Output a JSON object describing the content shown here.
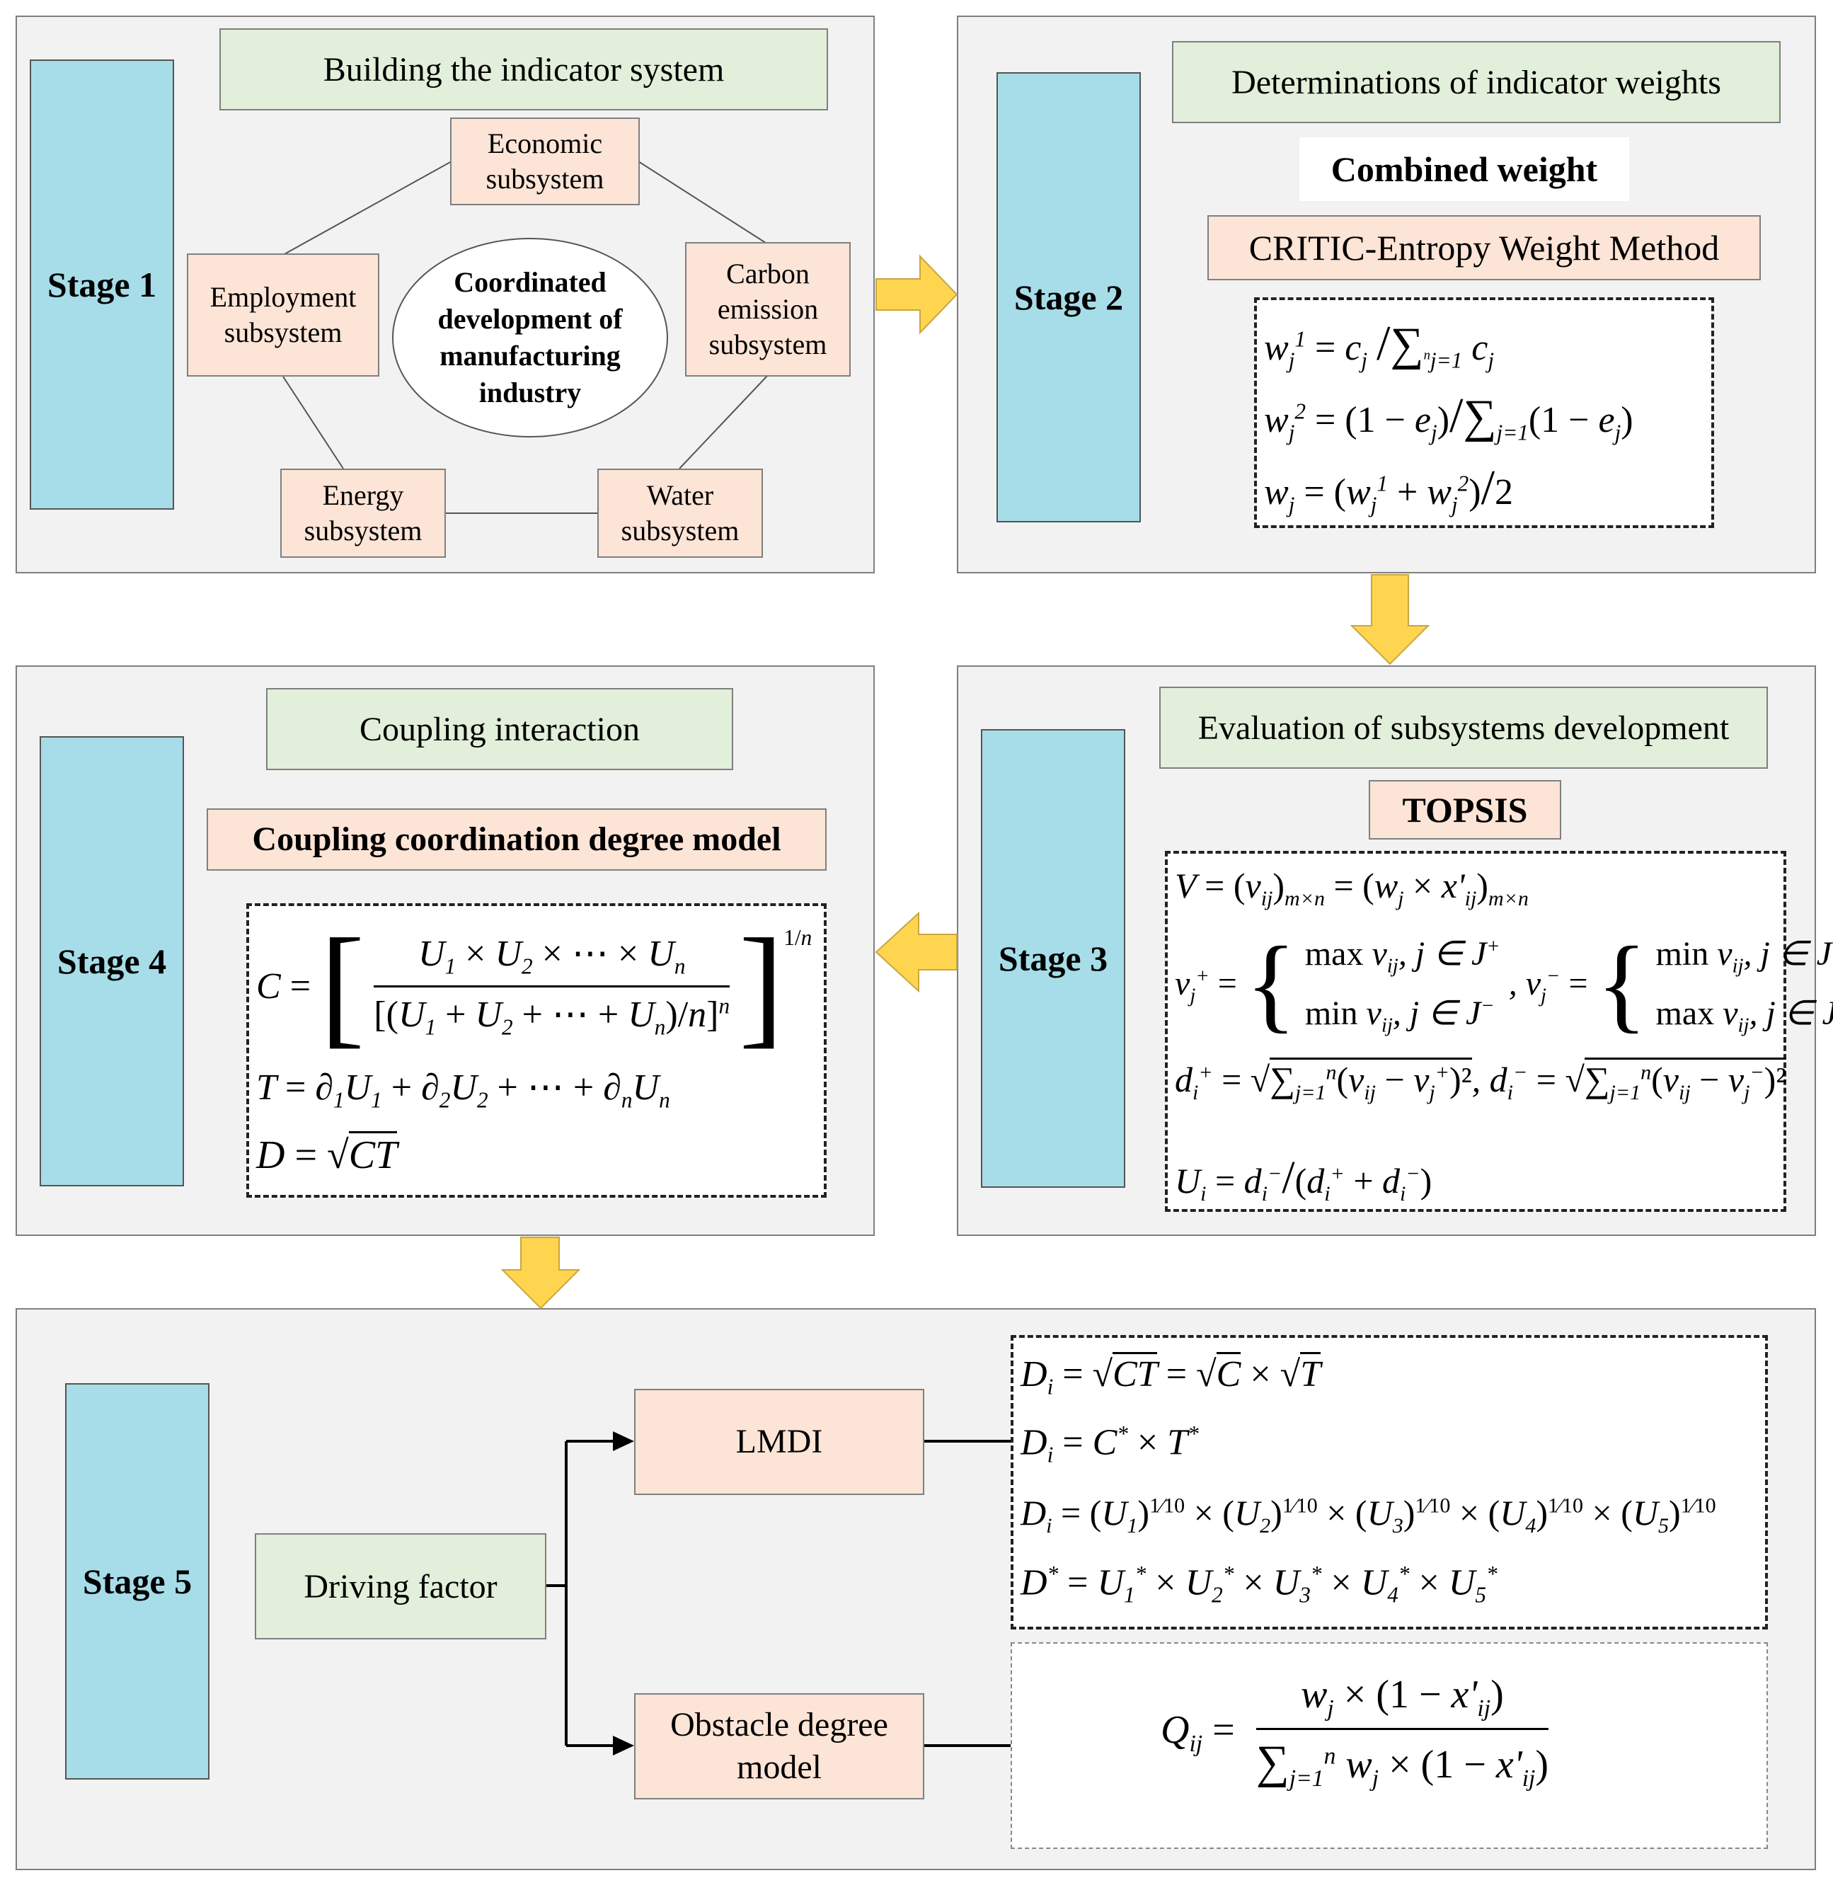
{
  "stage1": {
    "label": "Stage 1",
    "title": "Building the indicator system",
    "center": "Coordinated development of manufacturing industry",
    "subsystems": {
      "economic": "Economic subsystem",
      "carbon": "Carbon emission subsystem",
      "water": "Water subsystem",
      "energy": "Energy subsystem",
      "employment": "Employment subsystem"
    }
  },
  "stage2": {
    "label": "Stage 2",
    "title": "Determinations of  indicator weights",
    "subtitle": "Combined weight",
    "method": "CRITIC-Entropy Weight Method"
  },
  "stage3": {
    "label": "Stage 3",
    "title": "Evaluation of subsystems development",
    "method": "TOPSIS"
  },
  "stage4": {
    "label": "Stage 4",
    "title": "Coupling interaction",
    "method": "Coupling coordination degree model"
  },
  "stage5": {
    "label": "Stage 5",
    "driver": "Driving factor",
    "lmdi": "LMDI",
    "obstacle": "Obstacle degree model"
  },
  "colors": {
    "panel": "#f2f2f2",
    "stage": "#a6dde8",
    "title_box": "#e2efda",
    "method_box": "#fce4d6",
    "arrow": "#ffd54f"
  }
}
